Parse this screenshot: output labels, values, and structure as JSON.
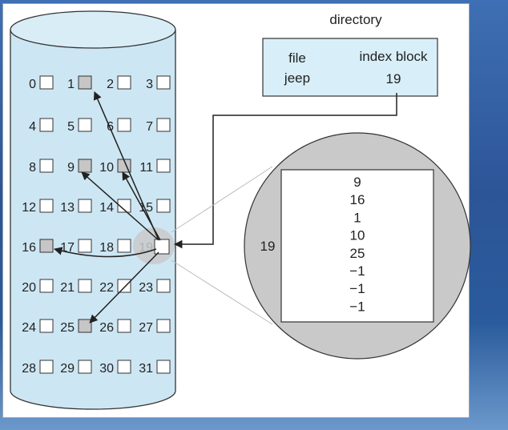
{
  "directory": {
    "title": "directory",
    "headers": {
      "file": "file",
      "index_block": "index block"
    },
    "entry": {
      "file": "jeep",
      "index_block": "19"
    }
  },
  "disk": {
    "blocks": [
      "0",
      "1",
      "2",
      "3",
      "4",
      "5",
      "6",
      "7",
      "8",
      "9",
      "10",
      "11",
      "12",
      "13",
      "14",
      "15",
      "16",
      "17",
      "18",
      "19",
      "20",
      "21",
      "22",
      "23",
      "24",
      "25",
      "26",
      "27",
      "28",
      "29",
      "30",
      "31"
    ],
    "used_blocks": [
      1,
      9,
      10,
      16,
      25,
      19
    ]
  },
  "index_block": {
    "label": "19",
    "entries": [
      "9",
      "16",
      "1",
      "10",
      "25",
      "−1",
      "−1",
      "−1"
    ]
  },
  "colors": {
    "cylinder": "#cde6f3",
    "directory_box": "#d8eef8",
    "used_block": "#c6c6c6",
    "zoom_circle": "#c9c9c9"
  }
}
